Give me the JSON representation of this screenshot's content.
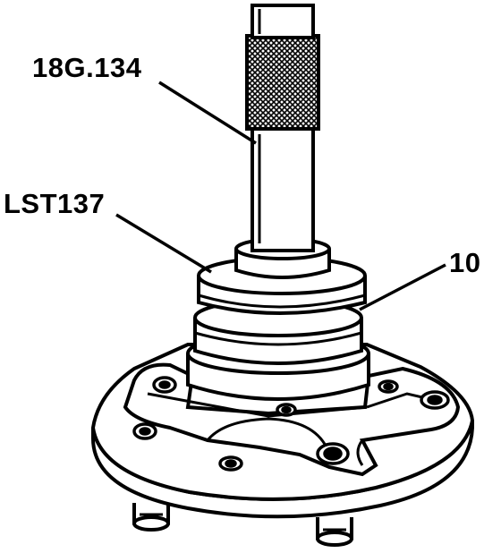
{
  "labels": {
    "tool": "18G.134",
    "adapter": "LST137",
    "part": "10"
  },
  "colors": {
    "ink": "#000000",
    "paper": "#ffffff"
  }
}
